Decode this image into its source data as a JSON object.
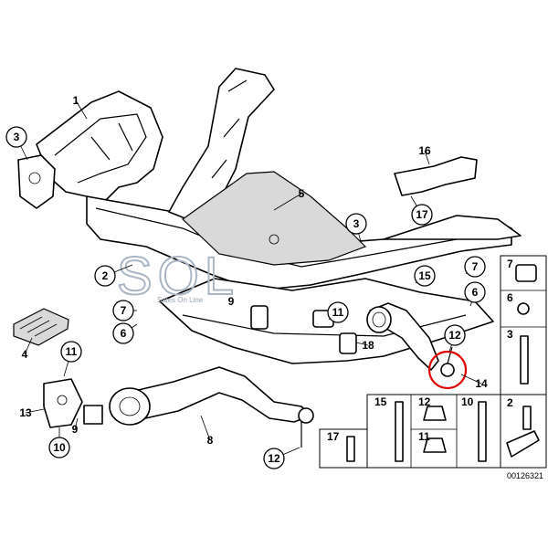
{
  "watermark": {
    "brand": "SOL",
    "tagline": "Sales On Line"
  },
  "diagram_id": "00126321",
  "callouts": [
    {
      "label": "1",
      "circled": false
    },
    {
      "label": "2",
      "circled": true
    },
    {
      "label": "3",
      "circled": true
    },
    {
      "label": "3",
      "circled": true
    },
    {
      "label": "4",
      "circled": false
    },
    {
      "label": "5",
      "circled": false
    },
    {
      "label": "6",
      "circled": true
    },
    {
      "label": "6",
      "circled": true
    },
    {
      "label": "7",
      "circled": true
    },
    {
      "label": "7",
      "circled": true
    },
    {
      "label": "8",
      "circled": false
    },
    {
      "label": "9",
      "circled": false
    },
    {
      "label": "9",
      "circled": false
    },
    {
      "label": "10",
      "circled": true
    },
    {
      "label": "11",
      "circled": true
    },
    {
      "label": "11",
      "circled": true
    },
    {
      "label": "12",
      "circled": true
    },
    {
      "label": "12",
      "circled": true
    },
    {
      "label": "13",
      "circled": false
    },
    {
      "label": "14",
      "circled": false
    },
    {
      "label": "15",
      "circled": true
    },
    {
      "label": "16",
      "circled": false
    },
    {
      "label": "17",
      "circled": true
    },
    {
      "label": "18",
      "circled": false
    }
  ],
  "legend_grid": [
    {
      "label": "7"
    },
    {
      "label": "6"
    },
    {
      "label": "3"
    },
    {
      "label": "2"
    },
    {
      "label": "15"
    },
    {
      "label": "12"
    },
    {
      "label": "11"
    },
    {
      "label": "10"
    },
    {
      "label": "17"
    }
  ]
}
